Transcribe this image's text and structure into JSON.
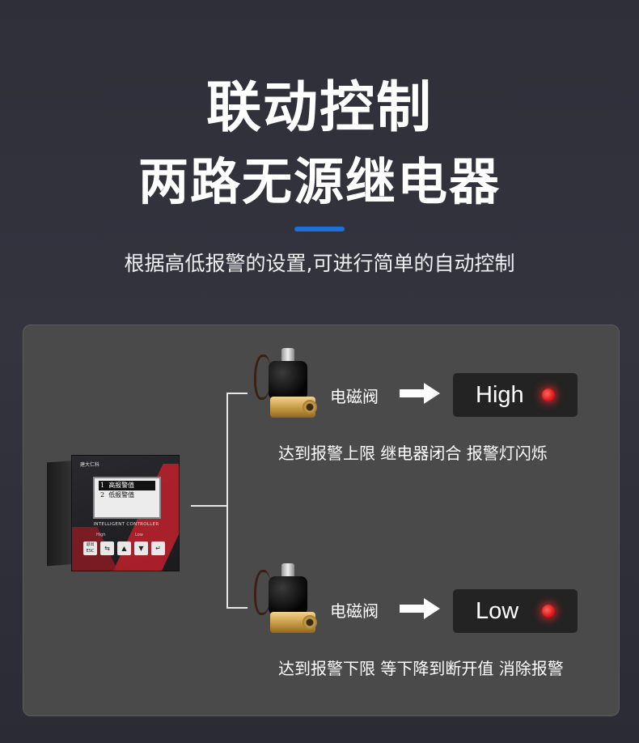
{
  "header": {
    "title_line1": "联动控制",
    "title_line2": "两路无源继电器",
    "subtitle": "根据高低报警的设置,可进行简单的自动控制"
  },
  "colors": {
    "accent": "#1f6fd6",
    "panel": "#4a4a4a",
    "led": "#e0161a"
  },
  "controller": {
    "brand": "建大仁科",
    "screen_rows": [
      {
        "num": "1",
        "text": "高报警值"
      },
      {
        "num": "2",
        "text": "低报警值"
      }
    ],
    "label": "INTELLIGENT CONTROLLER",
    "high": "High",
    "low": "Low",
    "keys": [
      "退出ESC",
      "shift-icon",
      "up-arrow-icon",
      "down-arrow-icon",
      "enter-icon"
    ]
  },
  "high_branch": {
    "valve_label": "电磁阀",
    "state": "High",
    "caption": "达到报警上限 继电器闭合 报警灯闪烁"
  },
  "low_branch": {
    "valve_label": "电磁阀",
    "state": "Low",
    "caption": "达到报警下限 等下降到断开值 消除报警"
  }
}
